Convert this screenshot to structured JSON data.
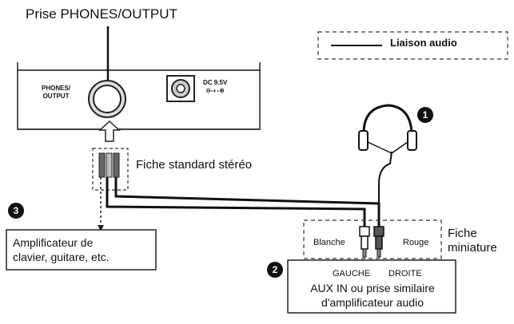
{
  "title": "Prise PHONES/OUTPUT",
  "legend": {
    "label": "Liaison audio"
  },
  "panel": {
    "phones_label_line1": "PHONES/",
    "phones_label_line2": "OUTPUT",
    "dc_label_line1": "DC 9.5V",
    "dc_label_line2": "⊖-◐-⊕"
  },
  "stereo_plug_label": "Fiche standard stéréo",
  "mini_plug_label_line1": "Fiche",
  "mini_plug_label_line2": "miniature",
  "markers": {
    "one": "1",
    "two": "2",
    "three": "3"
  },
  "amp_box": {
    "line1": "Amplificateur de",
    "line2": "clavier, guitare, etc."
  },
  "mini_plug": {
    "left_color": "Blanche",
    "right_color": "Rouge",
    "left_channel": "GAUCHE",
    "right_channel": "DROITE"
  },
  "audio_box": {
    "line1": "AUX IN ou prise similaire",
    "line2": "d'amplificateur audio"
  }
}
